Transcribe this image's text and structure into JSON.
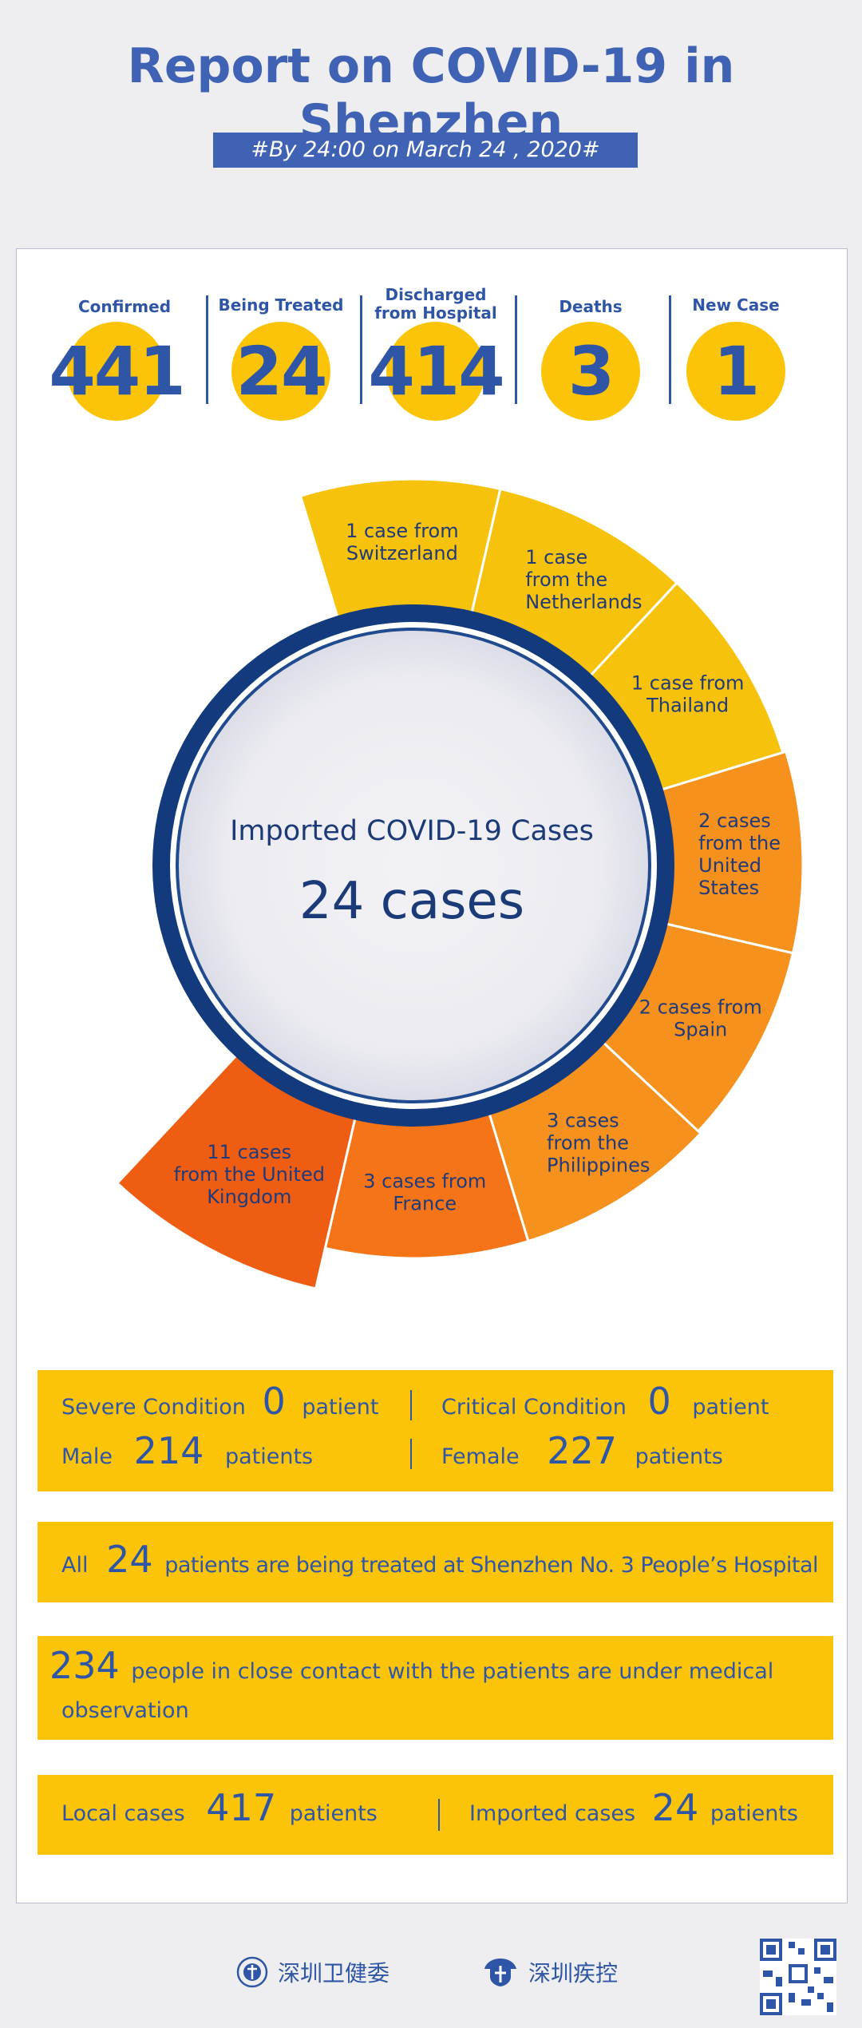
{
  "title": "Report on COVID-19 in Shenzhen",
  "subtitle": "#By 24:00 on March 24 , 2020#",
  "stats": [
    {
      "label": "Confirmed",
      "value": "441"
    },
    {
      "label": "Being Treated",
      "value": "24"
    },
    {
      "label": "Discharged from Hospital",
      "value": "414"
    },
    {
      "label": "Deaths",
      "value": "3"
    },
    {
      "label": "New Case",
      "value": "1"
    }
  ],
  "chart_data": {
    "type": "pie",
    "title": "Imported COVID-19 Cases",
    "total_label": "24 cases",
    "slices": [
      {
        "label": "1 case from Switzerland",
        "value": 1,
        "color": "#f6c20c"
      },
      {
        "label": "1 case from the Netherlands",
        "value": 1,
        "color": "#f6c20c"
      },
      {
        "label": "1 case from Thailand",
        "value": 1,
        "color": "#f6c20c"
      },
      {
        "label": "2 cases from the United States",
        "value": 2,
        "color": "#f5911c"
      },
      {
        "label": "2 cases from Spain",
        "value": 2,
        "color": "#f5911c"
      },
      {
        "label": "3 cases from the Philippines",
        "value": 3,
        "color": "#f5911c"
      },
      {
        "label": "3 cases from France",
        "value": 3,
        "color": "#f57417"
      },
      {
        "label": "11 cases from the United Kingdom",
        "value": 11,
        "color": "#ef5d12"
      }
    ]
  },
  "condition": {
    "severe_label": "Severe Condition",
    "severe_value": "0",
    "severe_unit": "patient",
    "critical_label": "Critical Condition",
    "critical_value": "0",
    "critical_unit": "patient",
    "male_label": "Male",
    "male_value": "214",
    "male_unit": "patients",
    "female_label": "Female",
    "female_value": "227",
    "female_unit": "patients"
  },
  "treatment": {
    "prefix": "All",
    "value": "24",
    "text": "patients are being treated at Shenzhen No. 3 People’s Hospital"
  },
  "contacts": {
    "value": "234",
    "text1": "people in close contact with the patients are under medical",
    "text2": "observation"
  },
  "origin": {
    "local_label": "Local cases",
    "local_value": "417",
    "local_unit": "patients",
    "imported_label": "Imported cases",
    "imported_value": "24",
    "imported_unit": "patients"
  },
  "footer": {
    "org1": "深圳卫健委",
    "org2": "深圳疾控",
    "icon1": "health-commission-emblem-icon",
    "icon2": "cdc-emblem-icon",
    "icon3": "qr-code-icon"
  }
}
